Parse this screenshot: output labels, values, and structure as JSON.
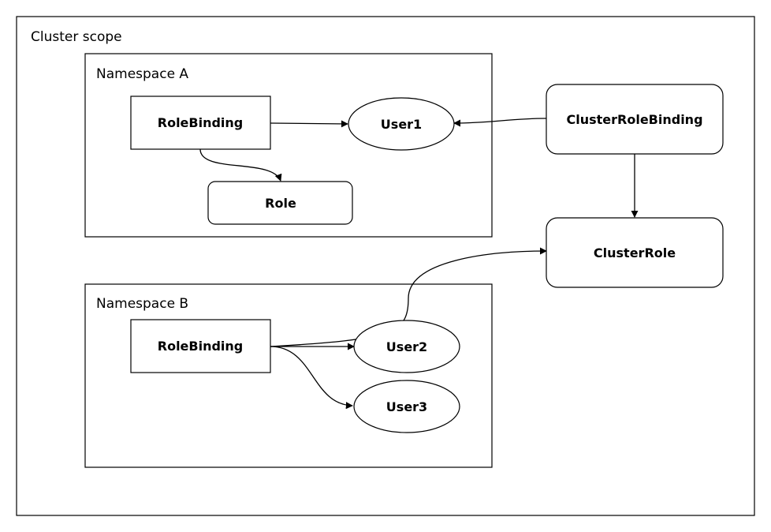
{
  "cluster": {
    "label": "Cluster scope"
  },
  "namespace_a": {
    "label": "Namespace A",
    "rolebinding": "RoleBinding",
    "user1": "User1",
    "role": "Role"
  },
  "namespace_b": {
    "label": "Namespace B",
    "rolebinding": "RoleBinding",
    "user2": "User2",
    "user3": "User3"
  },
  "cluster_nodes": {
    "clusterrolebinding": "ClusterRoleBinding",
    "clusterrole": "ClusterRole"
  }
}
